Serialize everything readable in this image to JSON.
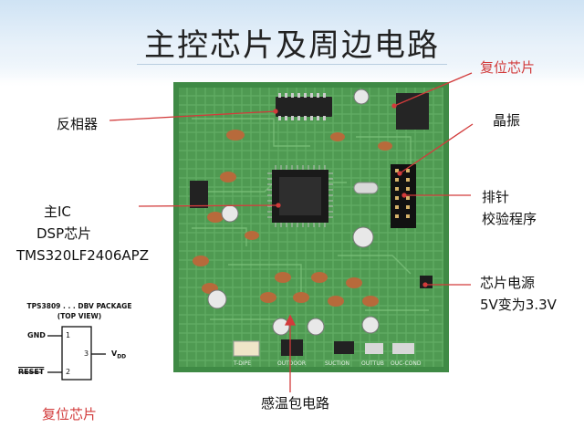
{
  "slide": {
    "title": "主控芯片及周边电路",
    "accent_color": "#d23b3b"
  },
  "labels": {
    "reset_chip_top": "复位芯片",
    "inverter": "反相器",
    "crystal": "晶振",
    "main_ic_line1": "主IC",
    "main_ic_line2": "DSP芯片",
    "main_ic_line3": "TMS320LF2406APZ",
    "header_line1": "排针",
    "header_line2": "校验程序",
    "power_line1": "芯片电源",
    "power_line2": "5V变为3.3V",
    "temp_circuit": "感温包电路",
    "reset_chip_bottom": "复位芯片"
  },
  "package": {
    "title": "TPS3809 . . . DBV PACKAGE",
    "view": "(TOP VIEW)",
    "pin1_name": "GND",
    "pin1_num": "1",
    "pin2_name": "RESET",
    "pin2_num": "2",
    "pin3_num": "3",
    "pin3_name": "V",
    "pin3_sub": "DD"
  },
  "board": {
    "silkscreen": [
      "T-DIPE",
      "OUTDOOR",
      "SUCTION",
      "OUTTUB",
      "OUC-COND"
    ]
  }
}
